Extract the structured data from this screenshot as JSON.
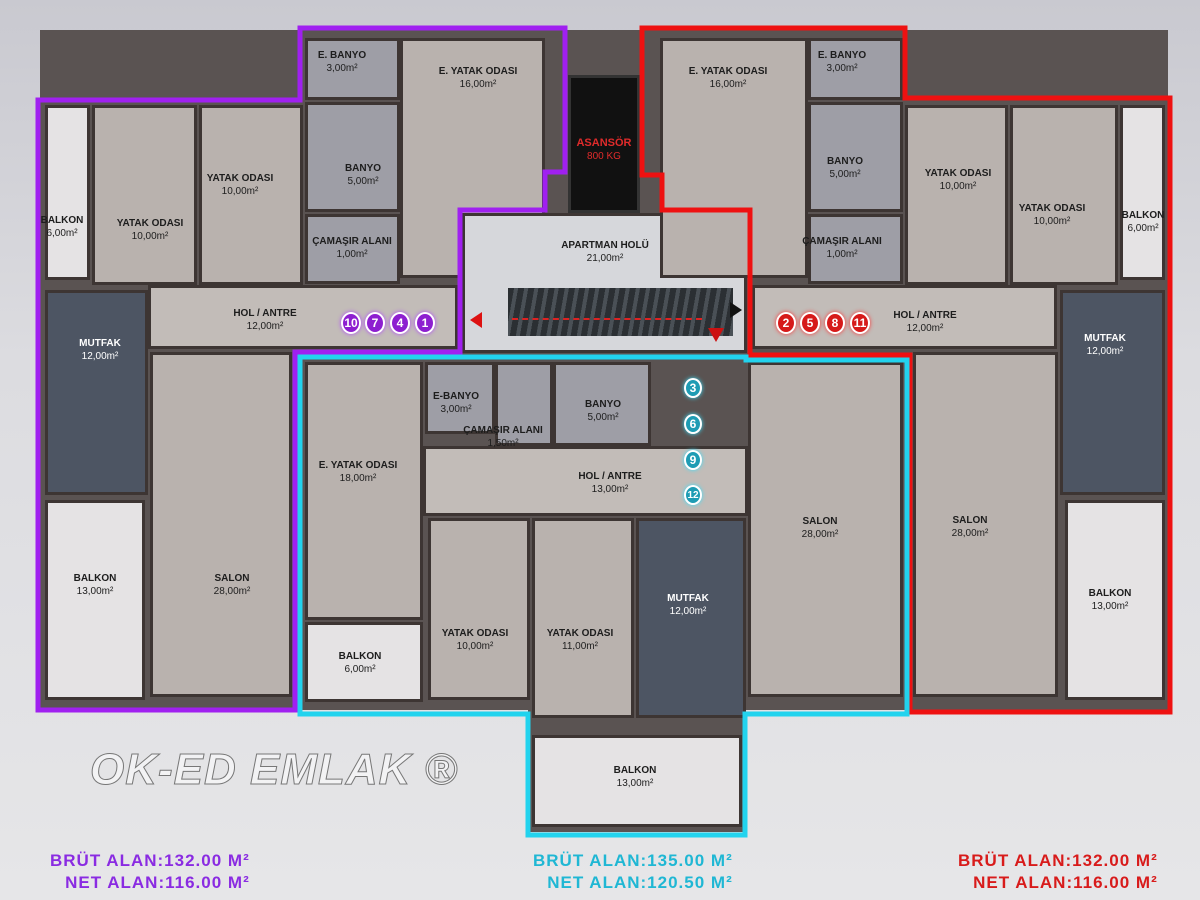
{
  "colors": {
    "unit_left": "#a020f0",
    "unit_center": "#22d3ee",
    "unit_right": "#ee1111"
  },
  "core": {
    "elevator": {
      "name": "ASANSÖR",
      "capacity": "800 KG"
    },
    "lobby": {
      "name": "APARTMAN HOLÜ",
      "area": "21,00m²"
    }
  },
  "left_unit": {
    "badges": [
      "10",
      "7",
      "4",
      "1"
    ],
    "rooms": {
      "ebanyo": {
        "name": "E. BANYO",
        "area": "3,00m²"
      },
      "eyatak": {
        "name": "E. YATAK ODASI",
        "area": "16,00m²"
      },
      "balkon_small": {
        "name": "BALKON",
        "area": "6,00m²"
      },
      "yatak1": {
        "name": "YATAK ODASI",
        "area": "10,00m²"
      },
      "yatak2": {
        "name": "YATAK ODASI",
        "area": "10,00m²"
      },
      "banyo": {
        "name": "BANYO",
        "area": "5,00m²"
      },
      "camasir": {
        "name": "ÇAMAŞIR ALANI",
        "area": "1,00m²"
      },
      "hol": {
        "name": "HOL / ANTRE",
        "area": "12,00m²"
      },
      "mutfak": {
        "name": "MUTFAK",
        "area": "12,00m²"
      },
      "balkon_large": {
        "name": "BALKON",
        "area": "13,00m²"
      },
      "salon": {
        "name": "SALON",
        "area": "28,00m²"
      }
    },
    "gross": "BRÜT ALAN:132.00 M²",
    "net": "NET ALAN:116.00 M²"
  },
  "center_unit": {
    "badges": [
      "3",
      "6",
      "9",
      "12"
    ],
    "rooms": {
      "ebanyo": {
        "name": "E-BANYO",
        "area": "3,00m²"
      },
      "camasir": {
        "name": "ÇAMAŞIR ALANI",
        "area": "1,50m²"
      },
      "banyo": {
        "name": "BANYO",
        "area": "5,00m²"
      },
      "eyatak": {
        "name": "E. YATAK ODASI",
        "area": "18,00m²"
      },
      "hol": {
        "name": "HOL / ANTRE",
        "area": "13,00m²"
      },
      "yatak1": {
        "name": "YATAK ODASI",
        "area": "10,00m²"
      },
      "yatak2": {
        "name": "YATAK ODASI",
        "area": "11,00m²"
      },
      "mutfak": {
        "name": "MUTFAK",
        "area": "12,00m²"
      },
      "salon": {
        "name": "SALON",
        "area": "28,00m²"
      },
      "balkon_small": {
        "name": "BALKON",
        "area": "6,00m²"
      },
      "balkon_large": {
        "name": "BALKON",
        "area": "13,00m²"
      }
    },
    "gross": "BRÜT ALAN:135.00 M²",
    "net": "NET ALAN:120.50 M²"
  },
  "right_unit": {
    "badges": [
      "2",
      "5",
      "8",
      "11"
    ],
    "rooms": {
      "eyatak": {
        "name": "E. YATAK ODASI",
        "area": "16,00m²"
      },
      "ebanyo": {
        "name": "E. BANYO",
        "area": "3,00m²"
      },
      "banyo": {
        "name": "BANYO",
        "area": "5,00m²"
      },
      "camasir": {
        "name": "ÇAMAŞIR ALANI",
        "area": "1,00m²"
      },
      "yatak1": {
        "name": "YATAK ODASI",
        "area": "10,00m²"
      },
      "yatak2": {
        "name": "YATAK ODASI",
        "area": "10,00m²"
      },
      "balkon_small": {
        "name": "BALKON",
        "area": "6,00m²"
      },
      "hol": {
        "name": "HOL / ANTRE",
        "area": "12,00m²"
      },
      "mutfak": {
        "name": "MUTFAK",
        "area": "12,00m²"
      },
      "salon": {
        "name": "SALON",
        "area": "28,00m²"
      },
      "balkon_large": {
        "name": "BALKON",
        "area": "13,00m²"
      }
    },
    "gross": "BRÜT ALAN:132.00 M²",
    "net": "NET ALAN:116.00 M²"
  },
  "watermark": "OK-ED EMLAK ®"
}
